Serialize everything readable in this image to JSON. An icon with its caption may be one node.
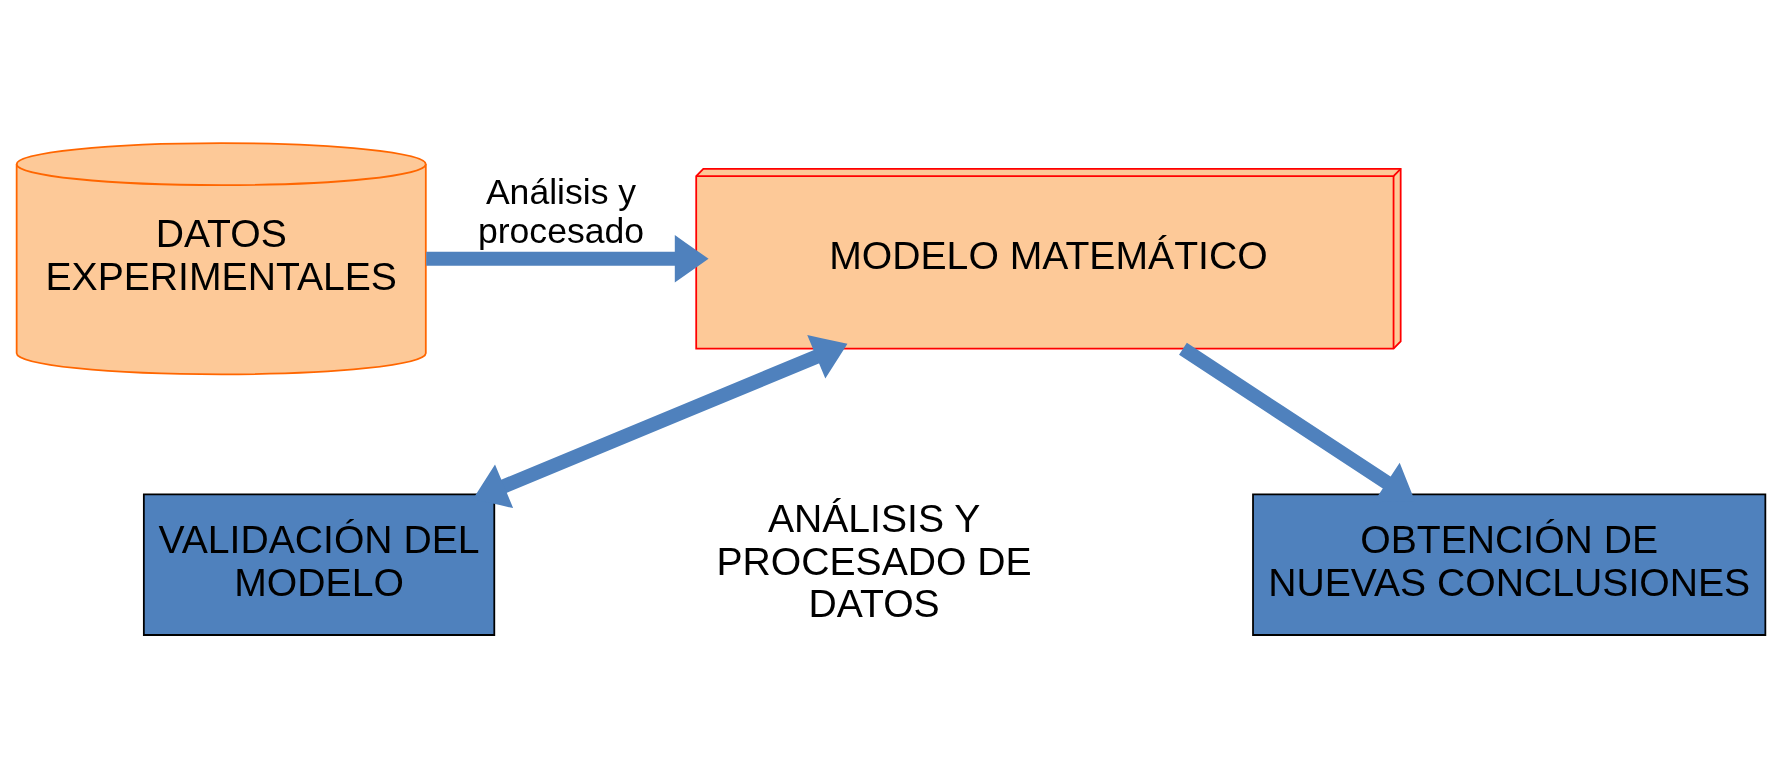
{
  "diagram": {
    "nodes": [
      {
        "text": [
          "DATOS EXPERIMENTALES"
        ]
      },
      {
        "text": [
          "MODELO MATEMÁTICO"
        ]
      },
      {
        "text": [
          "VALIDACIÓN DEL MODELO"
        ]
      },
      {
        "text": [
          "OBTENCIÓN DE NUEVAS CONCLUSIONES"
        ]
      }
    ],
    "edges": [
      {
        "from": 0,
        "to": 1,
        "arrow": "to",
        "label": "Análisis y procesado"
      },
      {
        "from": 1,
        "to": 2,
        "arrow": "both"
      },
      {
        "from": 1,
        "to": 3,
        "arrow": "to"
      }
    ],
    "labels": [
      "ANÁLISIS Y PROCESADO DE DATOS"
    ]
  }
}
